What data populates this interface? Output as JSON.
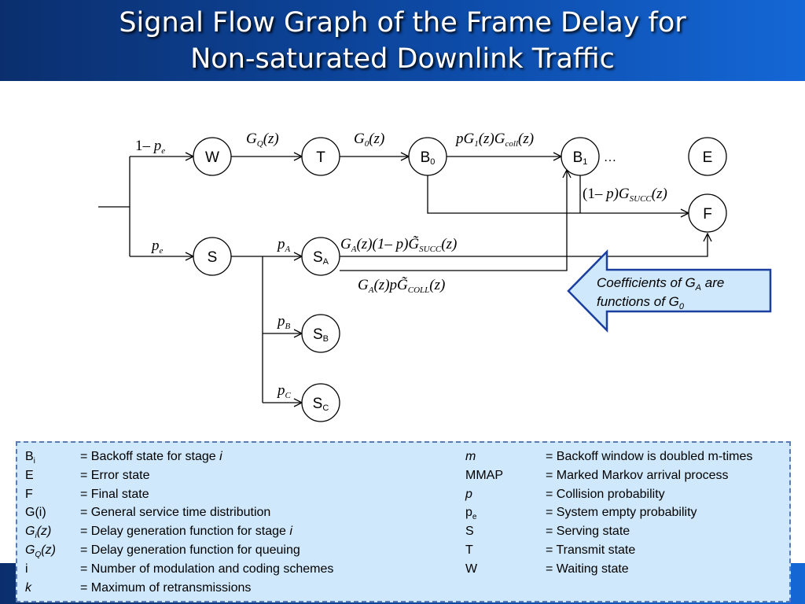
{
  "title": {
    "line1": "Signal Flow Graph of the Frame Delay for",
    "line2": "Non-saturated Downlink Traffic"
  },
  "nodes": {
    "W": "W",
    "T": "T",
    "E": "E",
    "F": "F",
    "S": "S",
    "B0": {
      "main": "B",
      "sub": "0"
    },
    "B1": {
      "main": "B",
      "sub": "1"
    },
    "SA": {
      "main": "S",
      "sub": "A"
    },
    "SB": {
      "main": "S",
      "sub": "B"
    },
    "SC": {
      "main": "S",
      "sub": "C"
    }
  },
  "edge_labels": {
    "one_minus_pe": {
      "pre": "1– ",
      "p": "p",
      "sub": "e"
    },
    "pe": {
      "p": "p",
      "sub": "e"
    },
    "gq": {
      "g": "G",
      "sub": "Q",
      "arg": "(z)"
    },
    "g0": {
      "g": "G",
      "sub": "0",
      "arg": "(z)"
    },
    "pg1gcoll": {
      "p": "pG",
      "sub1": "1",
      "mid": "(z)G",
      "sub2": "coll",
      "arg": "(z)"
    },
    "ellipsis": "…",
    "one_minus_p_gsucc": {
      "pre": "(1– ",
      "p": "p",
      "mid": ")G",
      "sub": "SUCC",
      "arg": "(z)"
    },
    "pa": {
      "p": "p",
      "sub": "A"
    },
    "pb": {
      "p": "p",
      "sub": "B"
    },
    "pc": {
      "p": "p",
      "sub": "C"
    },
    "ga_succ": {
      "g": "G",
      "sub1": "A",
      "mid": "(z)(1– p)",
      "gt": "G̃",
      "sub2": "SUCC",
      "arg": "(z)"
    },
    "ga_coll": {
      "g": "G",
      "sub1": "A",
      "mid": "(z)p",
      "gt": "G̃",
      "sub2": "COLL",
      "arg": "(z)"
    }
  },
  "callout": {
    "line1_pre": "Coefficients of G",
    "line1_sub": "A",
    "line1_post": " are",
    "line2_pre": "functions of G",
    "line2_sub": "0"
  },
  "legend": {
    "left": [
      {
        "sym": "B",
        "sym_sub": "i",
        "def": "= Backoff state for stage ",
        "def_it": "i"
      },
      {
        "sym": "E",
        "def": "= Error state"
      },
      {
        "sym": "F",
        "def": "= Final state"
      },
      {
        "sym": "G(i)",
        "def": "= General service time distribution"
      },
      {
        "sym": "G",
        "sym_sub": "i",
        "sym_post": "(z)",
        "sym_italic": true,
        "def": "= Delay generation function for stage ",
        "def_it": "i"
      },
      {
        "sym": "G",
        "sym_sub": "Q",
        "sym_post": "(z)",
        "sym_italic": true,
        "def": "= Delay generation function for queuing"
      },
      {
        "sym": "i",
        "def": "= Number of modulation and coding schemes"
      },
      {
        "sym": " k",
        "sym_italic": true,
        "def": "= Maximum of retransmissions"
      }
    ],
    "right": [
      {
        "sym": "m",
        "sym_italic": true,
        "def": "= Backoff window is doubled m-times"
      },
      {
        "sym": "MMAP",
        "def": "= Marked Markov arrival process"
      },
      {
        "sym": "p",
        "sym_italic": true,
        "def": "= Collision probability"
      },
      {
        "sym": "p",
        "sym_sub": "e",
        "def": "= System empty probability"
      },
      {
        "sym": "S",
        "def": "= Serving state"
      },
      {
        "sym": "T",
        "def": "= Transmit state"
      },
      {
        "sym": "W",
        "def": "= Waiting state"
      }
    ]
  },
  "colors": {
    "header_dark": "#0b2f6e",
    "header_light": "#1467d6",
    "callout_fill": "#cfe8fb",
    "callout_stroke": "#1a3fa0",
    "legend_fill": "#cfe8fb"
  }
}
